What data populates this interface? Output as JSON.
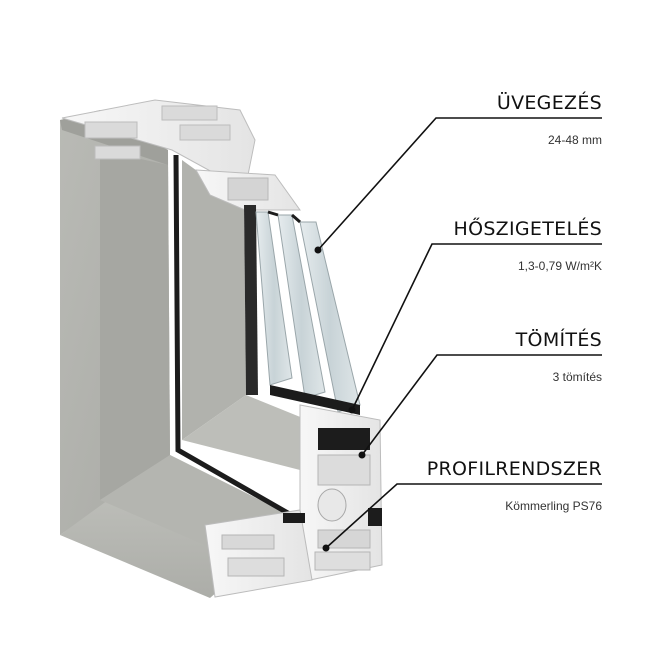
{
  "callouts": [
    {
      "title": "ÜVEGEZÉS",
      "subtitle": "24-48 mm"
    },
    {
      "title": "HŐSZIGETELÉS",
      "subtitle": "1,3-0,79 W/m²K"
    },
    {
      "title": "TÖMÍTÉS",
      "subtitle": "3 tömítés"
    },
    {
      "title": "PROFILRENDSZER",
      "subtitle": "Kömmerling PS76"
    }
  ],
  "colors": {
    "profile_gray": "#b7b8b3",
    "profile_white": "#f2f2f2",
    "gasket_black": "#1c1c1c",
    "glass_tint": "#cfd9dc",
    "line": "#111111"
  }
}
